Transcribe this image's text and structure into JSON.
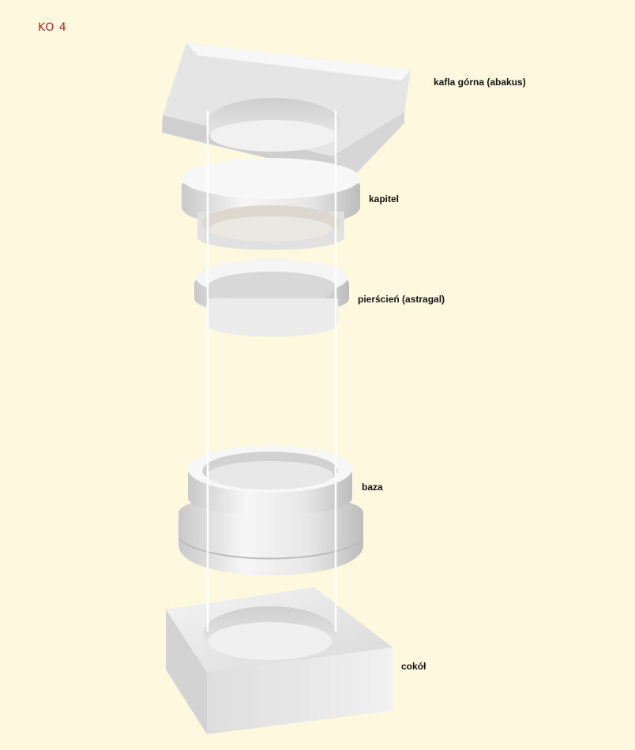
{
  "model_code": "KO 4",
  "parts": {
    "abakus": "kafla górna (abakus)",
    "kapitel": "kapitel",
    "astragal": "pierścień (astragal)",
    "baza": "baza",
    "cokol": "cokół"
  },
  "colors": {
    "background": "#fdf8de",
    "model_code": "#b81e1e",
    "part_surface": "#e6e6e6"
  }
}
